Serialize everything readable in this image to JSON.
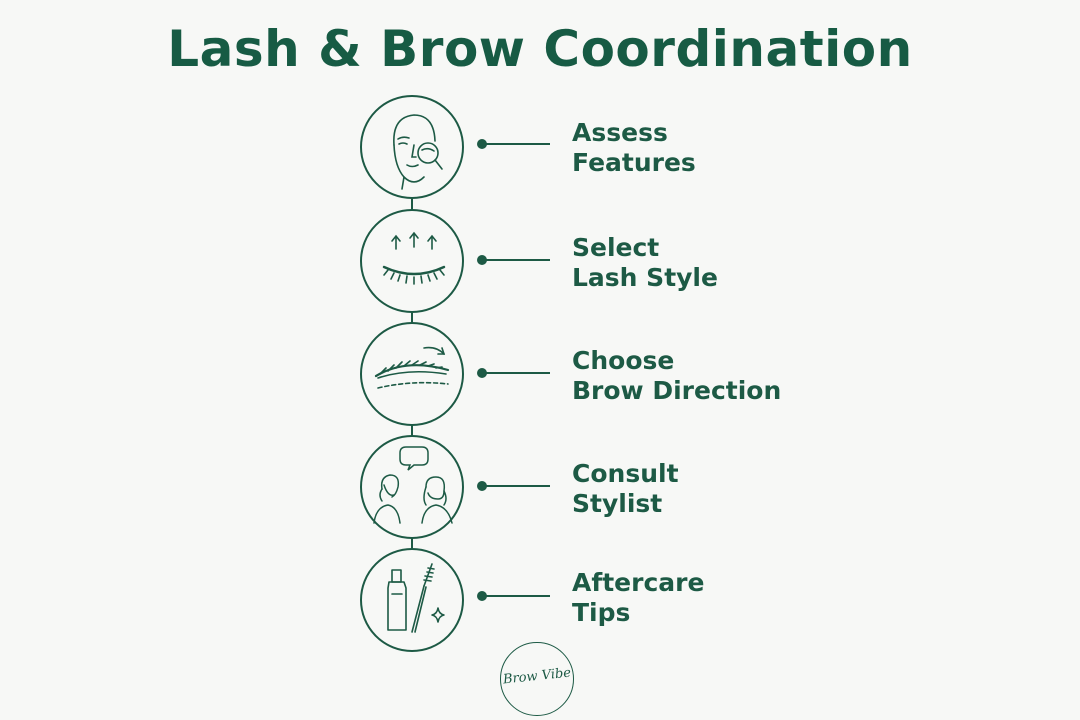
{
  "title": "Lash & Brow Coordination",
  "colors": {
    "primary": "#1d5a45",
    "background": "#f7f8f6"
  },
  "steps": [
    {
      "icon": "face-magnifier-icon",
      "line1": "Assess",
      "line2": "Features"
    },
    {
      "icon": "lash-lift-icon",
      "line1": "Select",
      "line2": "Lash Style"
    },
    {
      "icon": "brow-direction-icon",
      "line1": "Choose",
      "line2": "Brow Direction"
    },
    {
      "icon": "consultation-icon",
      "line1": "Consult",
      "line2": "Stylist"
    },
    {
      "icon": "aftercare-products-icon",
      "line1": "Aftercare",
      "line2": "Tips"
    }
  ],
  "logo": {
    "text": "Brow Vibe"
  }
}
